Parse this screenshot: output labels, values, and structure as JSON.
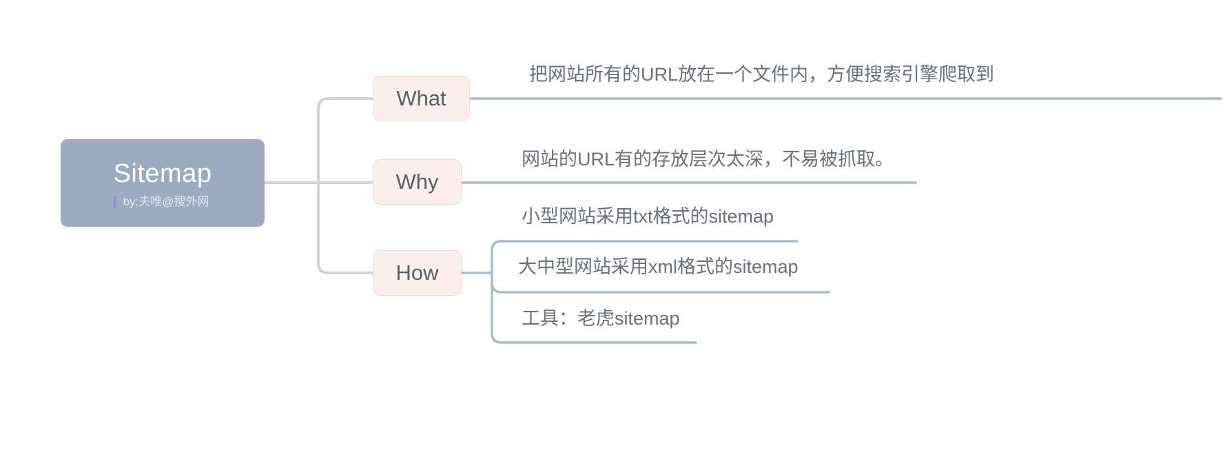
{
  "mindmap": {
    "root": {
      "title": "Sitemap",
      "subtitle": "by:夫唯@搜外网",
      "bg_color": "#9cabc0",
      "text_color": "#ffffff",
      "accent_bar_color": "#8e8ed8"
    },
    "branch_style": {
      "bg_color": "#fbeeed",
      "border_color": "#f3d6d3",
      "text_color": "#5b6068"
    },
    "connector_colors": {
      "root_to_branch": "#d2d4d4",
      "branch_to_leaf": "#a3bdd4"
    },
    "leaf_text_color": "#6b7079",
    "branches": [
      {
        "label": "What",
        "leaves": [
          {
            "text": "把网站所有的URL放在一个文件内，方便搜索引擎爬取到"
          }
        ]
      },
      {
        "label": "Why",
        "leaves": [
          {
            "text": "网站的URL有的存放层次太深，不易被抓取。"
          }
        ]
      },
      {
        "label": "How",
        "leaves": [
          {
            "text": "小型网站采用txt格式的sitemap"
          },
          {
            "text": "大中型网站采用xml格式的sitemap"
          },
          {
            "text": "工具：老虎sitemap"
          }
        ]
      }
    ]
  }
}
